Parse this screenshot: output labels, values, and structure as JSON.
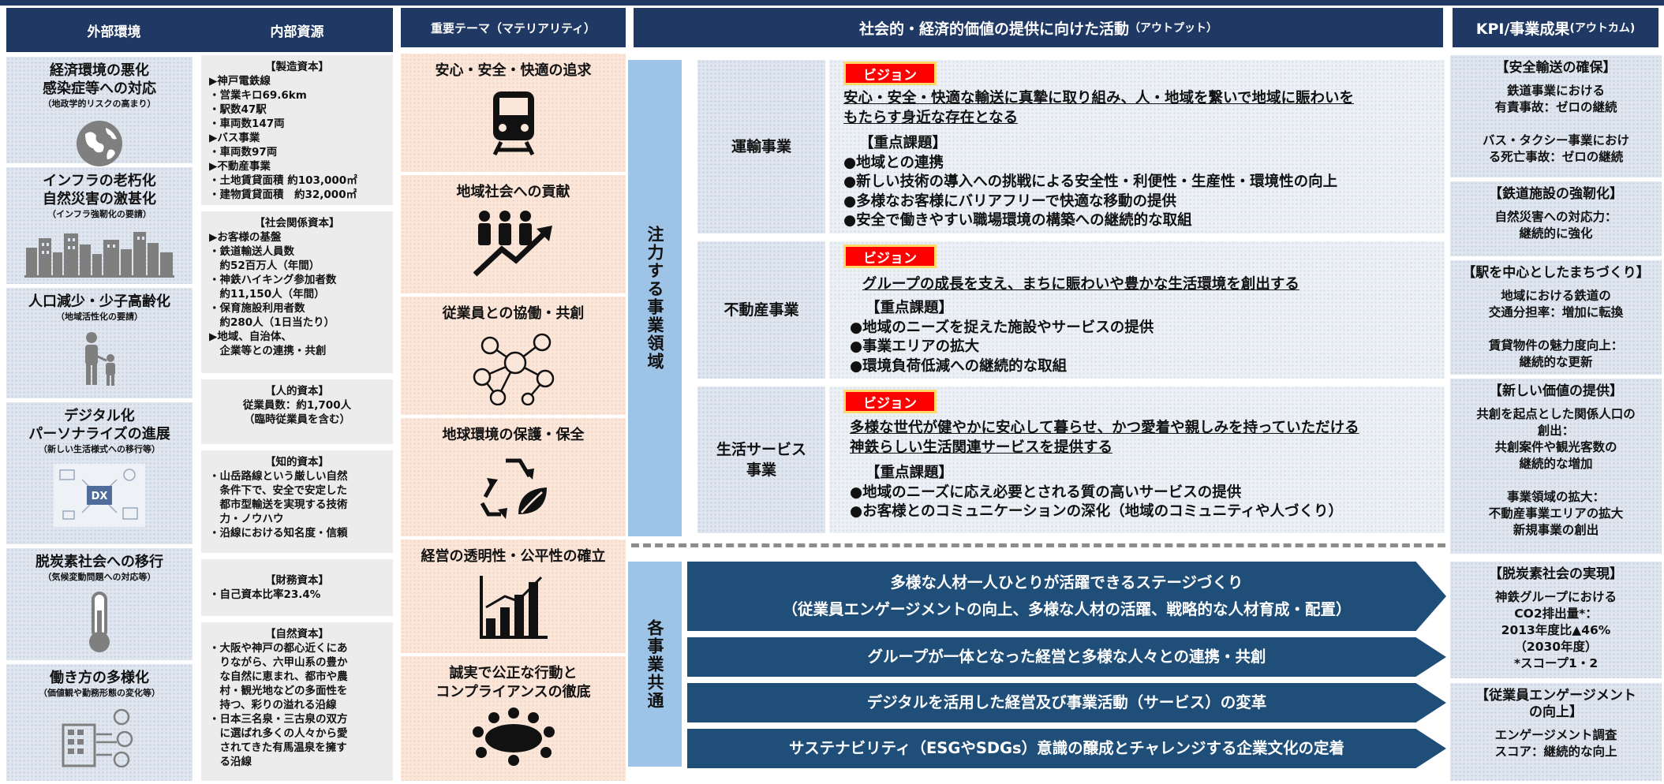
{
  "headers": {
    "external": "外部環境",
    "internal": "内部資源",
    "materiality_main": "重要テーマ（マテリアリティ）",
    "activities_main": "社会的・経済的価値の提供に向けた活動",
    "activities_sub": "（アウトプット）",
    "kpi_main": "KPI/事業成果",
    "kpi_sub": "(アウトカム)"
  },
  "external": [
    {
      "title": "経済環境の悪化\n感染症等への対応",
      "sub": "（地政学的リスクの高まり）",
      "icon": "globe-icon"
    },
    {
      "title": "インフラの老朽化\n自然災害の激甚化",
      "sub": "（インフラ強靭化の要請）",
      "icon": "city-skyline-icon"
    },
    {
      "title": "人口減少・少子高齢化",
      "sub": "（地域活性化の要請）",
      "icon": "parent-child-icon"
    },
    {
      "title": "デジタル化\nパーソナライズの進展",
      "sub": "（新しい生活様式への移行等）",
      "icon": "dx-icon"
    },
    {
      "title": "脱炭素社会への移行",
      "sub": "（気候変動問題への対応等）",
      "icon": "thermometer-icon"
    },
    {
      "title": "働き方の多様化",
      "sub": "（価値観や勤務形態の変化等）",
      "icon": "office-people-icon"
    }
  ],
  "internal": [
    {
      "head": "【製造資本】",
      "lines": [
        "▶神戸電鉄線",
        "・営業キロ69.6km",
        "・駅数47駅",
        "・車両数147両",
        "▶バス事業",
        "・車両数97両",
        "▶不動産事業",
        "・土地賃貸面積 約103,000㎡",
        "・建物賃貸面積　約32,000㎡"
      ]
    },
    {
      "head": "【社会関係資本】",
      "lines": [
        "▶お客様の基盤",
        "・鉄道輸送人員数",
        "　約52百万人（年間）",
        "・神鉄ハイキング参加者数",
        "　約11,150人（年間）",
        "・保育施設利用者数",
        "　約280人（1日当たり）",
        "▶地域、自治体、",
        "　企業等との連携・共創"
      ]
    },
    {
      "head": "【人的資本】",
      "lines": [
        "従業員数：約1,700人",
        "（臨時従業員を含む）"
      ]
    },
    {
      "head": "【知的資本】",
      "lines": [
        "・山岳路線という厳しい自然",
        "　条件下で、安全で安定した",
        "　都市型輸送を実現する技術",
        "　力・ノウハウ",
        "・沿線における知名度・信頼"
      ]
    },
    {
      "head": "【財務資本】",
      "lines": [
        "・自己資本比率23.4%"
      ]
    },
    {
      "head": "【自然資本】",
      "lines": [
        "・大阪や神戸の都心近くにあ",
        "　りながら、六甲山系の豊か",
        "　な自然に恵まれ、都市や農",
        "　村・観光地などの多面性を",
        "　持つ、彩りの溢れる沿線",
        "・日本三名泉・三古泉の双方",
        "　に選ばれ多くの人々から愛",
        "　されてきた有馬温泉を擁す",
        "　る沿線"
      ]
    }
  ],
  "materiality": [
    {
      "title": "安心・安全・快適の追求",
      "icon": "train-icon"
    },
    {
      "title": "地域社会への貢献",
      "icon": "community-growth-icon"
    },
    {
      "title": "従業員との協働・共創",
      "icon": "network-people-icon"
    },
    {
      "title": "地球環境の保護・保全",
      "icon": "recycle-leaf-icon"
    },
    {
      "title": "経営の透明性・公平性の確立",
      "icon": "bar-growth-icon"
    },
    {
      "title": "誠実で公正な行動と\nコンプライアンスの徹底",
      "icon": "meeting-table-icon"
    }
  ],
  "bands": {
    "focus": "注力する事業領域",
    "common": "各事業共通"
  },
  "vision_label": "ビジョン",
  "businesses": [
    {
      "name": "運輸事業",
      "vision": "安心・安全・快適な輸送に真摯に取り組み、人・地域を繋いで地域に賑わいを\nもたらす身近な存在となる",
      "issues_head": "【重点課題】",
      "issues": [
        "●地域との連携",
        "●新しい技術の導入への挑戦による安全性・利便性・生産性・環境性の向上",
        "●多様なお客様にバリアフリーで快適な移動の提供",
        "●安全で働きやすい職場環境の構築への継続的な取組"
      ]
    },
    {
      "name": "不動産事業",
      "vision": "グループの成長を支え、まちに賑わいや豊かな生活環境を創出する",
      "issues_head": "【重点課題】",
      "issues": [
        "●地域のニーズを捉えた施設やサービスの提供",
        "●事業エリアの拡大",
        "●環境負荷低減への継続的な取組"
      ]
    },
    {
      "name": "生活サービス\n事業",
      "vision": "多様な世代が健やかに安心して暮らせ、かつ愛着や親しみを持っていただける\n神鉄らしい生活関連サービスを提供する",
      "issues_head": "【重点課題】",
      "issues": [
        "●地域のニーズに応え必要とされる質の高いサービスの提供",
        "●お客様とのコミュニケーションの深化（地域のコミュニティや人づくり）"
      ]
    }
  ],
  "common_activities": [
    "多様な人材一人ひとりが活躍できるステージづくり\n（従業員エンゲージメントの向上、多様な人材の活躍、戦略的な人材育成・配置）",
    "グループが一体となった経営と多様な人々との連携・共創",
    "デジタルを活用した経営及び事業活動（サービス）の変革",
    "サステナビリティ（ESGやSDGs）意識の醸成とチャレンジする企業文化の定着"
  ],
  "kpis": [
    {
      "head": "【安全輸送の確保】",
      "body": "鉄道事業における\n有責事故：ゼロの継続\n\nバス・タクシー事業におけ\nる死亡事故：ゼロの継続"
    },
    {
      "head": "【鉄道施設の強靭化】",
      "body": "自然災害への対応力：\n継続的に強化"
    },
    {
      "head": "【駅を中心としたまちづくり】",
      "body": "地域における鉄道の\n交通分担率：増加に転換\n\n賃貸物件の魅力度向上：\n継続的な更新"
    },
    {
      "head": "【新しい価値の提供】",
      "body": "共創を起点とした関係人口の\n創出：\n共創案件や観光客数の\n継続的な増加\n\n事業領域の拡大：\n不動産事業エリアの拡大\n新規事業の創出"
    },
    {
      "head": "【脱炭素社会の実現】",
      "body": "神鉄グループにおける\nCO2排出量*：\n2013年度比▲46%\n（2030年度）\n*スコープ1・2"
    },
    {
      "head": "【従業員エンゲージメント\nの向上】",
      "body": "エンゲージメント調査\nスコア：継続的な向上"
    }
  ]
}
